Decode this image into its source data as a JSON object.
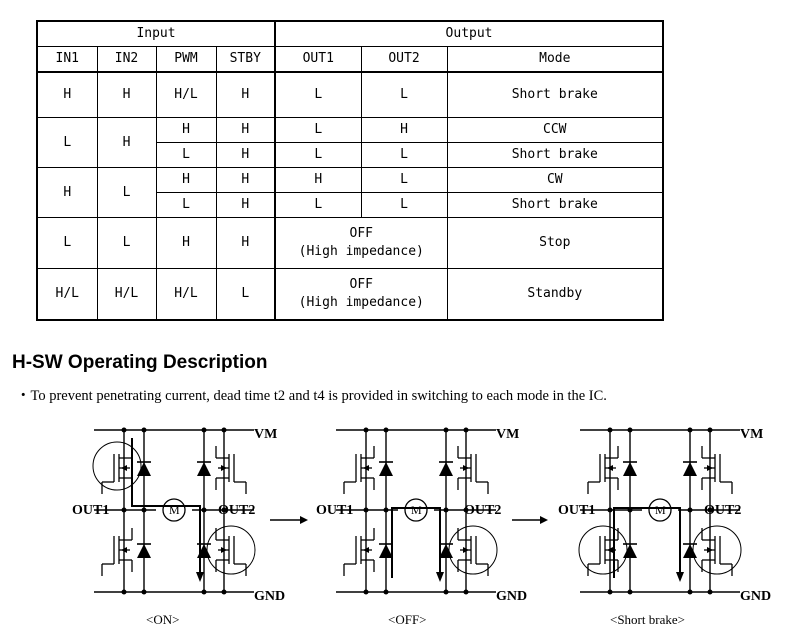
{
  "table": {
    "groups": {
      "input": "Input",
      "output": "Output"
    },
    "columns": [
      "IN1",
      "IN2",
      "PWM",
      "STBY",
      "OUT1",
      "OUT2",
      "Mode"
    ],
    "rows": {
      "r1": {
        "in1": "H",
        "in2": "H",
        "pwm": "H/L",
        "stby": "H",
        "out1": "L",
        "out2": "L",
        "mode": "Short brake"
      },
      "r2": {
        "in1": "L",
        "in2": "H",
        "pwm": "H",
        "stby": "H",
        "out1": "L",
        "out2": "H",
        "mode": "CCW"
      },
      "r3": {
        "pwm": "L",
        "stby": "H",
        "out1": "L",
        "out2": "L",
        "mode": "Short brake"
      },
      "r4": {
        "in1": "H",
        "in2": "L",
        "pwm": "H",
        "stby": "H",
        "out1": "H",
        "out2": "L",
        "mode": "CW"
      },
      "r5": {
        "pwm": "L",
        "stby": "H",
        "out1": "L",
        "out2": "L",
        "mode": "Short brake"
      },
      "r6": {
        "in1": "L",
        "in2": "L",
        "pwm": "H",
        "stby": "H",
        "out_off": "OFF",
        "out_hiz": "(High impedance)",
        "mode": "Stop"
      },
      "r7": {
        "in1": "H/L",
        "in2": "H/L",
        "pwm": "H/L",
        "stby": "L",
        "out_off": "OFF",
        "out_hiz": "(High impedance)",
        "mode": "Standby"
      }
    }
  },
  "section": {
    "title": "H-SW Operating Description",
    "bullet": "・To prevent penetrating current, dead time t2 and t4 is provided in switching to each mode in the IC."
  },
  "diagrams": {
    "vm": "VM",
    "gnd": "GND",
    "out1": "OUT1",
    "out2": "OUT2",
    "motor": "M",
    "captions": {
      "on": "<ON>",
      "off": "<OFF>",
      "brake": "<Short brake>"
    }
  }
}
